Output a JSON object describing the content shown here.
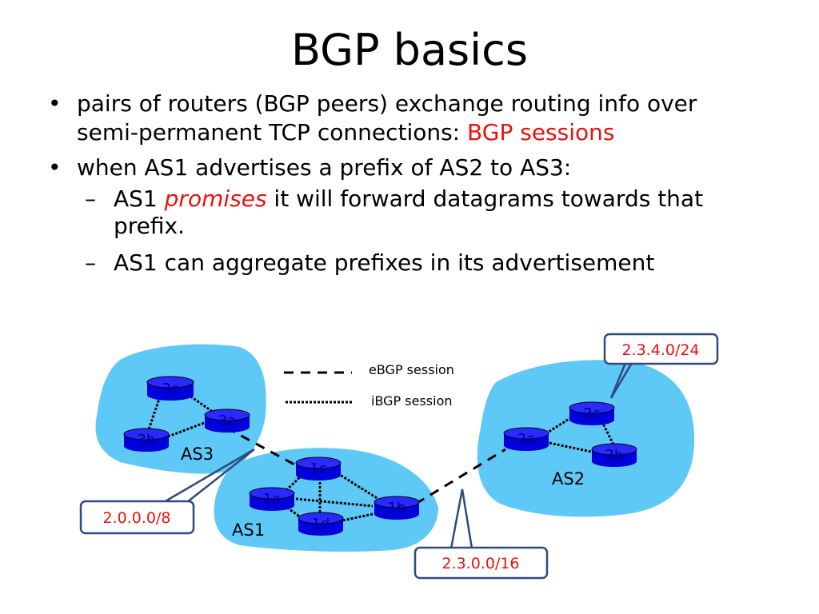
{
  "title": "BGP basics",
  "bullets": {
    "b1_text": "pairs of routers (BGP peers) exchange routing info over semi-permanent TCP connections: ",
    "b1_highlight": "BGP sessions",
    "b2_text": "when AS1 advertises a prefix of AS2 to AS3:",
    "s1_prefix": "AS1 ",
    "s1_emphasis": "promises",
    "s1_suffix": " it will forward datagrams towards that prefix.",
    "s2_text": "AS1 can aggregate prefixes in its advertisement"
  },
  "legend": {
    "ebgp": "eBGP session",
    "ibgp": "iBGP session"
  },
  "as_labels": {
    "as1": "AS1",
    "as2": "AS2",
    "as3": "AS3"
  },
  "routers": {
    "r3c": "3c",
    "r3a": "3a",
    "r3b": "3b",
    "r1c": "1c",
    "r1a": "1a",
    "r1b": "1b",
    "r1d": "1d",
    "r2a": "2a",
    "r2c": "2c",
    "r2b": "2b"
  },
  "prefixes": {
    "p_as2_top": "2.3.4.0/24",
    "p_as1": "2.0.0.0/8",
    "p_as2": "2.3.0.0/16"
  },
  "colors": {
    "as_cloud": "#5ec8f7",
    "router_fill": "#0000dd",
    "router_text": "#00008b",
    "highlight": "#e8120e",
    "callout_border": "#2f4a7e"
  }
}
